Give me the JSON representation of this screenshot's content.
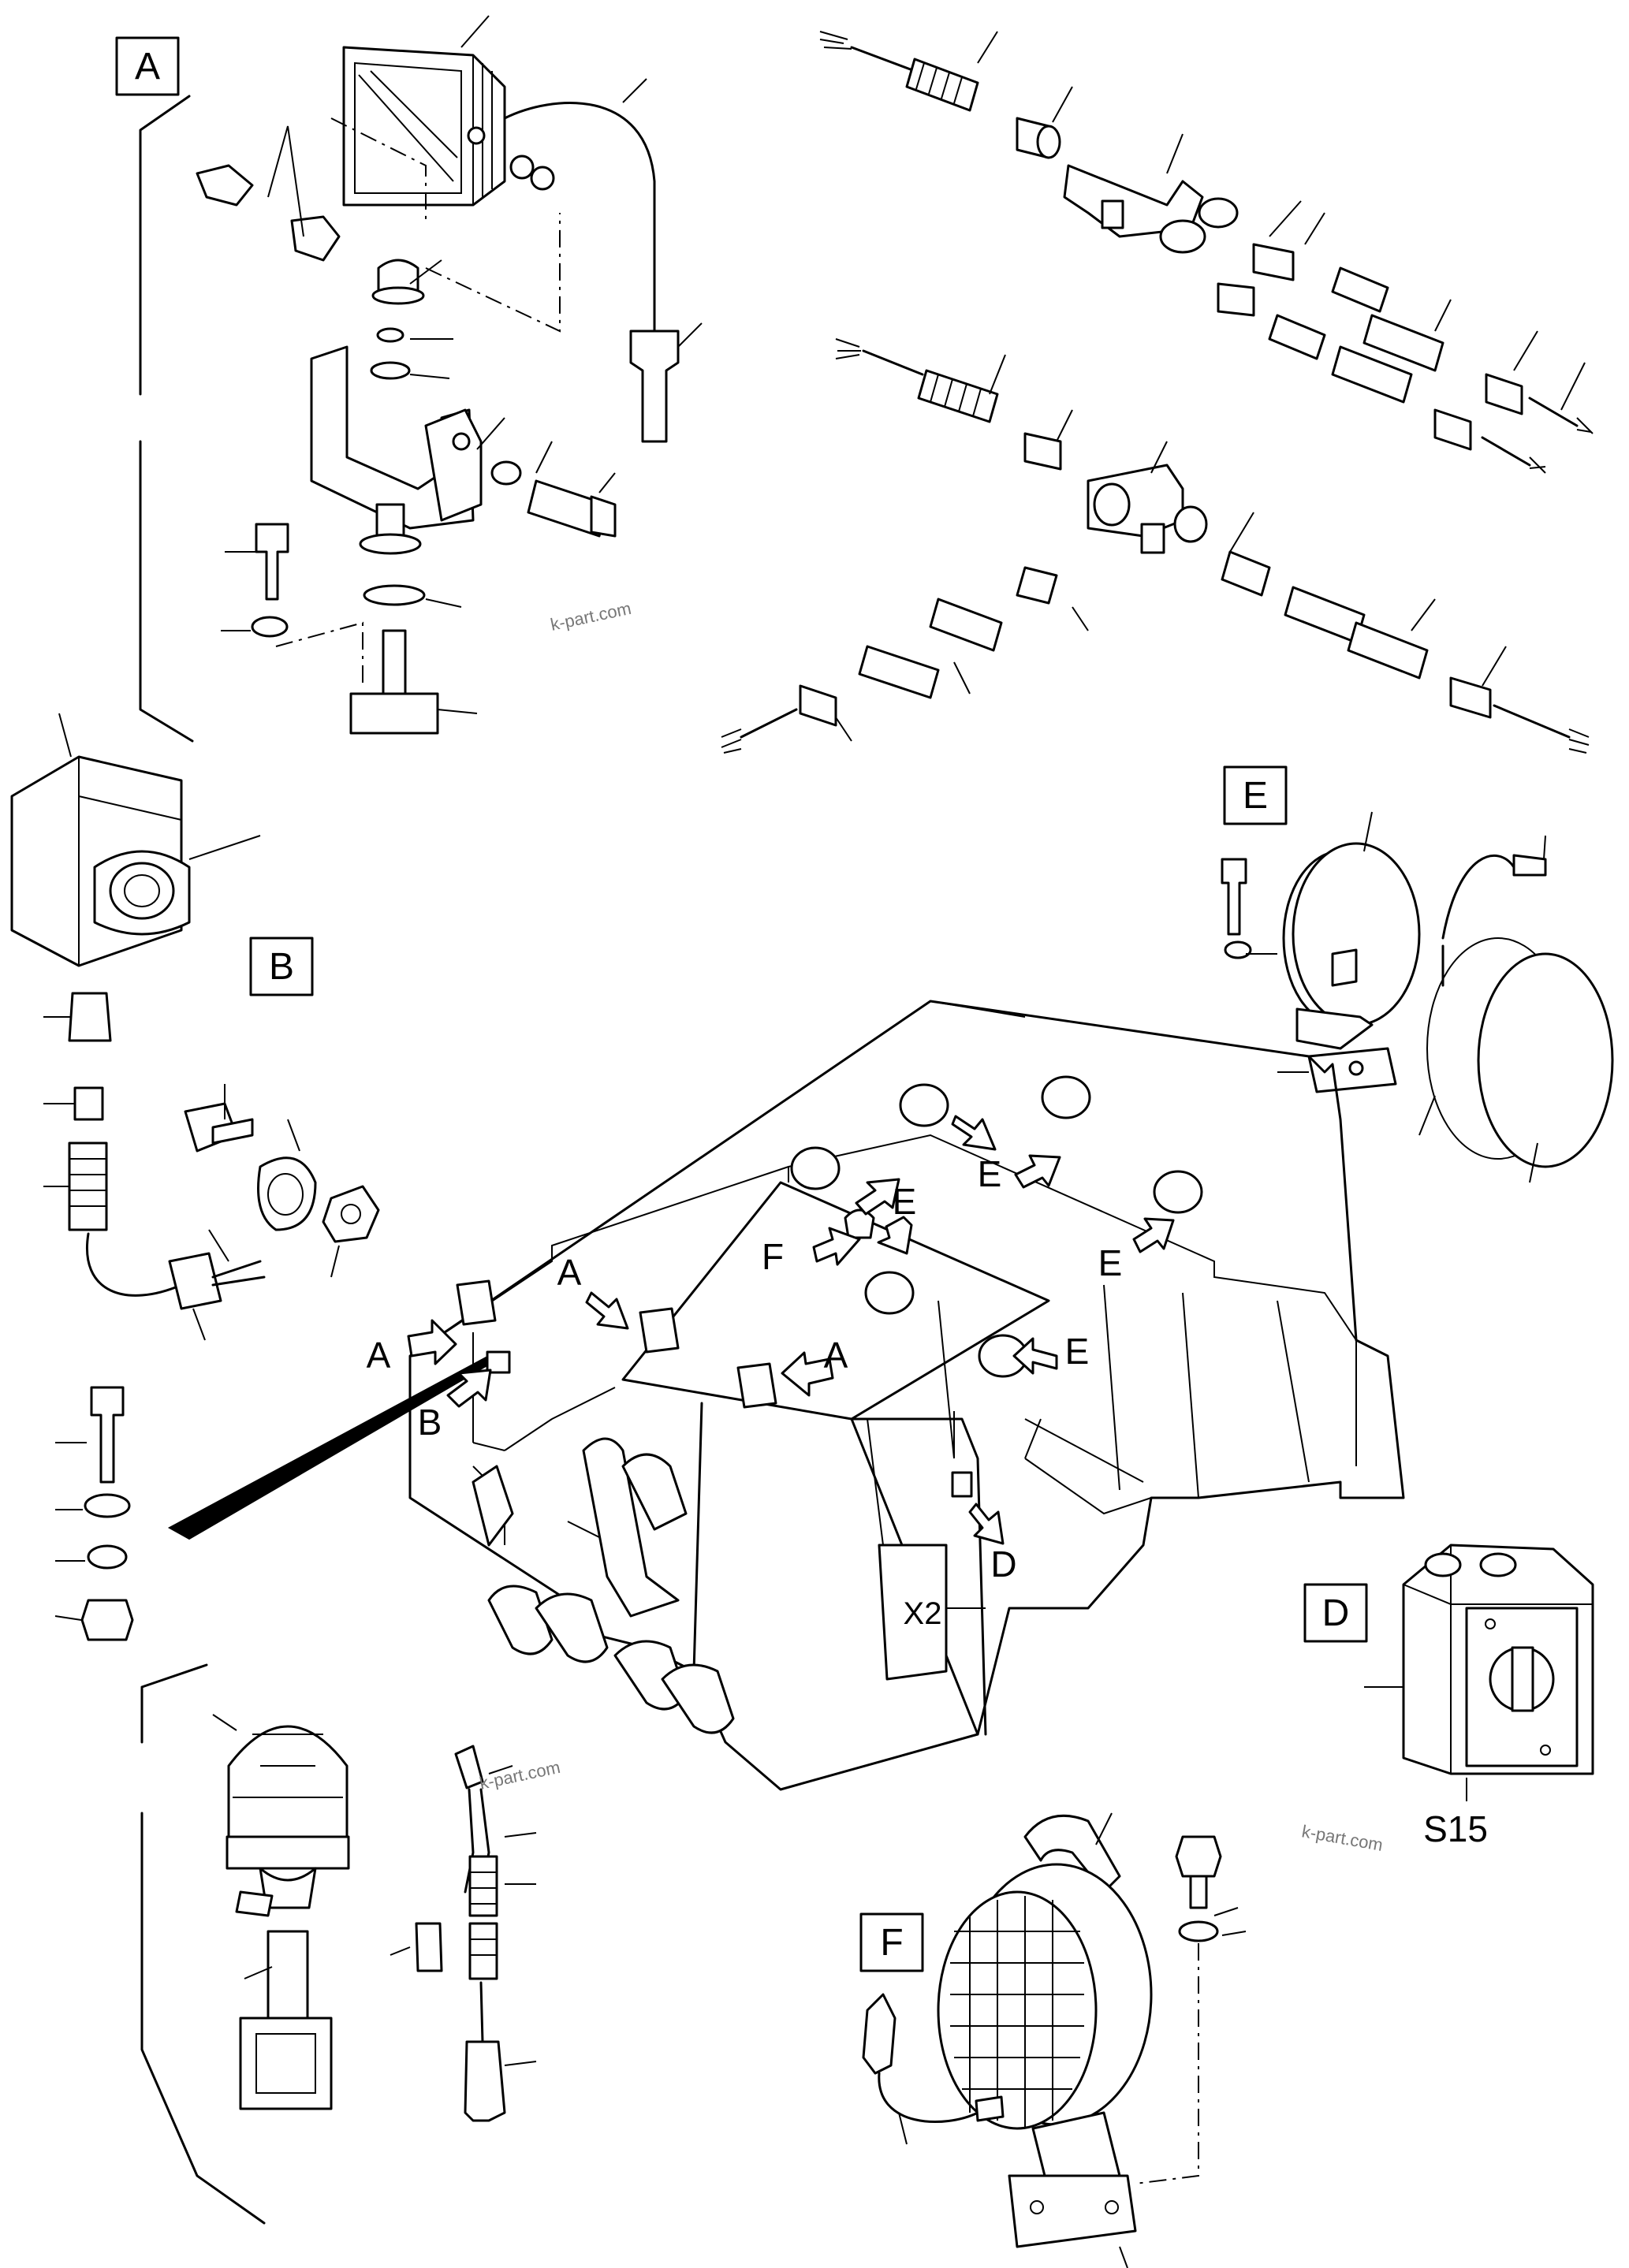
{
  "detail_labels": {
    "a": "A",
    "b": "B",
    "d": "D",
    "e": "E",
    "f": "F"
  },
  "callouts": {
    "a1": "A",
    "a2": "A",
    "a3": "A",
    "b": "B",
    "d": "D",
    "e1": "E",
    "e2": "E",
    "e3": "E",
    "e4": "E",
    "f": "F"
  },
  "component_codes": {
    "x2": "X2",
    "s15": "S15"
  },
  "watermarks": [
    "k-part.com",
    "k-part.com",
    "k-part.com"
  ]
}
